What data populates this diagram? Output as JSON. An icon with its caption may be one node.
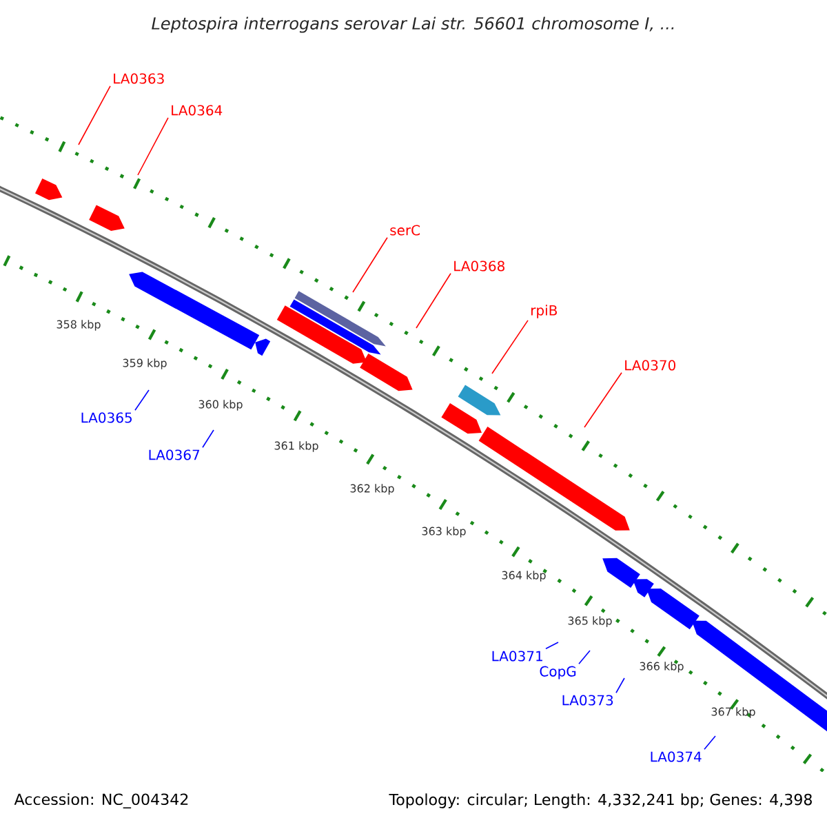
{
  "diagram": {
    "title": "Leptospira interrogans serovar Lai str. 56601 chromosome I, ...",
    "nodes": [
      {
        "text": [
          "LA0363"
        ]
      },
      {
        "text": [
          "LA0364"
        ]
      },
      {
        "text": [
          "serC"
        ]
      },
      {
        "text": [
          "LA0368"
        ]
      },
      {
        "text": [
          "rpiB"
        ]
      },
      {
        "text": [
          "LA0370"
        ]
      },
      {
        "text": [
          "LA0365"
        ]
      },
      {
        "text": [
          "LA0367"
        ]
      },
      {
        "text": [
          "LA0371"
        ]
      },
      {
        "text": [
          "CopG"
        ]
      },
      {
        "text": [
          "LA0373"
        ]
      },
      {
        "text": [
          "LA0374"
        ]
      }
    ],
    "edges": [
      {
        "from": 0,
        "to": null,
        "arrow": "none",
        "color": "#ff0000"
      },
      {
        "from": 1,
        "to": null,
        "arrow": "none",
        "color": "#ff0000"
      },
      {
        "from": 2,
        "to": null,
        "arrow": "none",
        "color": "#ff0000"
      },
      {
        "from": 3,
        "to": null,
        "arrow": "none",
        "color": "#ff0000"
      },
      {
        "from": 4,
        "to": null,
        "arrow": "none",
        "color": "#ff0000"
      },
      {
        "from": 5,
        "to": null,
        "arrow": "none",
        "color": "#ff0000"
      },
      {
        "from": 6,
        "to": null,
        "arrow": "none",
        "color": "#0000ff"
      },
      {
        "from": 7,
        "to": null,
        "arrow": "none",
        "color": "#0000ff"
      },
      {
        "from": 8,
        "to": null,
        "arrow": "none",
        "color": "#0000ff"
      },
      {
        "from": 9,
        "to": null,
        "arrow": "none",
        "color": "#0000ff"
      },
      {
        "from": 10,
        "to": null,
        "arrow": "none",
        "color": "#0000ff"
      },
      {
        "from": 11,
        "to": null,
        "arrow": "none",
        "color": "#0000ff"
      }
    ],
    "labels": [
      "358 kbp",
      "359 kbp",
      "360 kbp",
      "361 kbp",
      "362 kbp",
      "363 kbp",
      "364 kbp",
      "365 kbp",
      "366 kbp",
      "367 kbp",
      "Accession: NC_004342",
      "Topology: circular; Length: 4,332,241 bp; Genes: 4,398"
    ]
  }
}
